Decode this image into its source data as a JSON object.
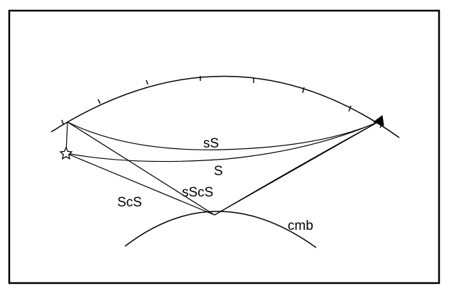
{
  "labels": {
    "sS": "sS",
    "S": "S",
    "sScS": "sScS",
    "ScS": "ScS",
    "cmb": "cmb"
  },
  "symbols": {
    "source": "star-icon",
    "receiver": "triangle-icon"
  },
  "colors": {
    "ink": "#000000",
    "background": "#ffffff"
  }
}
